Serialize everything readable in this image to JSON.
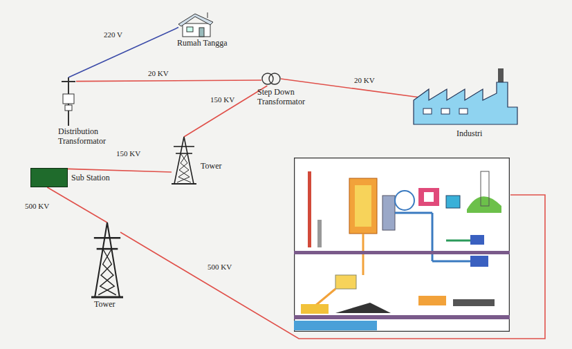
{
  "diagram": {
    "nodes": [
      {
        "text": [
          "Rumah Tangga"
        ]
      },
      {
        "text": [
          "Distribution Transformator"
        ]
      },
      {
        "text": [
          "Step Down Transformator"
        ]
      },
      {
        "text": [
          "Industri"
        ]
      },
      {
        "text": [
          "Sub Station"
        ]
      },
      {
        "text": [
          "Tower"
        ]
      },
      {
        "text": [
          "Tower"
        ]
      }
    ],
    "edges": [
      {
        "from": 1,
        "to": 0,
        "arrow": "none",
        "label": "220 V"
      },
      {
        "from": 2,
        "to": 1,
        "arrow": "none",
        "label": "20 KV"
      },
      {
        "from": 2,
        "to": 3,
        "arrow": "none",
        "label": "20 KV"
      },
      {
        "from": 5,
        "to": 2,
        "arrow": "none",
        "label": "150 KV"
      },
      {
        "from": 4,
        "to": 5,
        "arrow": "none",
        "label": "150 KV"
      },
      {
        "from": 4,
        "to": 6,
        "arrow": "none",
        "label": "500 KV"
      }
    ],
    "labels": [
      "500 KV"
    ]
  }
}
